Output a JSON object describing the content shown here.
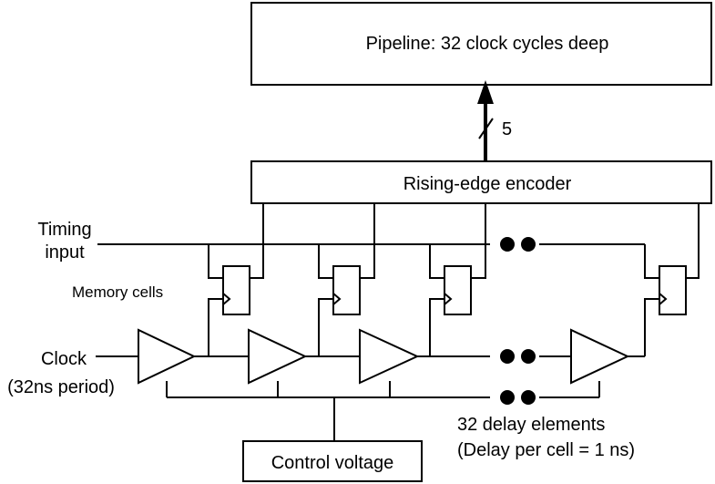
{
  "pipeline": {
    "label": "Pipeline: 32 clock cycles deep"
  },
  "bus": {
    "width_label": "5"
  },
  "encoder": {
    "label": "Rising-edge encoder"
  },
  "timing_input": {
    "line1": "Timing",
    "line2": "input"
  },
  "memory_cells": {
    "label": "Memory cells",
    "count_shown": 4
  },
  "clock": {
    "line1": "Clock",
    "line2": "(32ns period)"
  },
  "delay_elements": {
    "line1": "32 delay elements",
    "line2": "(Delay per cell = 1 ns)",
    "count_shown": 4
  },
  "control_voltage": {
    "label": "Control voltage"
  },
  "ellipsis": {
    "dots": 2
  }
}
